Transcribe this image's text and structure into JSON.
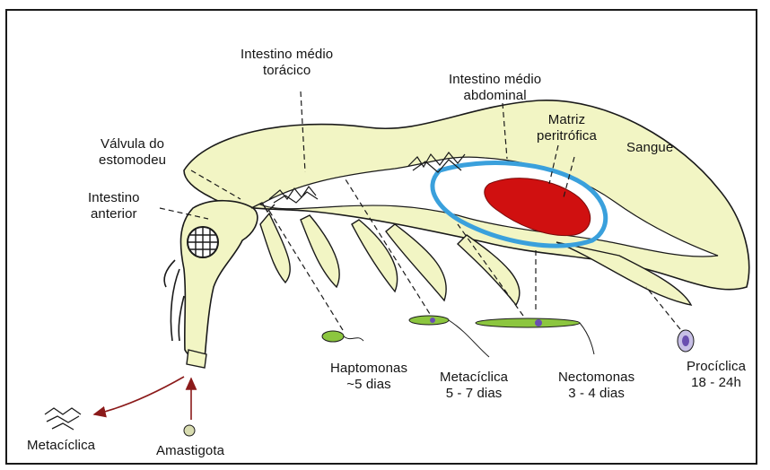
{
  "labels": {
    "midgut_thoracic": "Intestino médio\ntorácico",
    "midgut_abdominal": "Intestino médio\nabdominal",
    "peritrophic_matrix": "Matriz\nperitrófica",
    "blood": "Sangue",
    "stomodeal_valve": "Válvula do\nestomodeu",
    "foregut": "Intestino\nanterior",
    "haptomonas": "Haptomonas\n~5 dias",
    "metacyclic_stage": "Metacíclica\n5 - 7 dias",
    "nectomonas": "Nectomonas\n3 - 4 dias",
    "procyclic": "Procíclica\n18 - 24h",
    "metacyclic": "Metacíclica",
    "amastigote": "Amastigota"
  },
  "colors": {
    "body_fill": "#f2f5c4",
    "outline": "#1a1a1a",
    "gut_lumen": "#ffffff",
    "peritrophic_matrix": "#3aa0dc",
    "blood": "#d01010",
    "nectomonas_cell": "#8cc63f",
    "nucleus": "#6a4fb0",
    "arrow": "#8b1a1a"
  }
}
